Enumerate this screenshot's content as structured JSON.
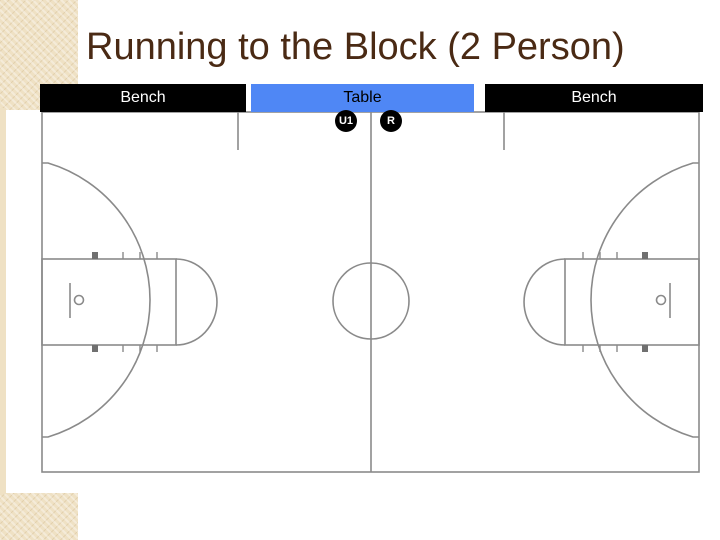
{
  "slide": {
    "title": "Running to the Block (2 Person)"
  },
  "bars": {
    "left_bench": "Bench",
    "table": "Table",
    "right_bench": "Bench"
  },
  "officials": {
    "u1": "U1",
    "r": "R"
  },
  "colors": {
    "title": "#4a2a14",
    "bench_bar": "#000000",
    "table_bar": "#4f87f5",
    "court_lines": "#8a8a8a",
    "official_marker": "#000000",
    "border_texture": "#efe1c4"
  }
}
